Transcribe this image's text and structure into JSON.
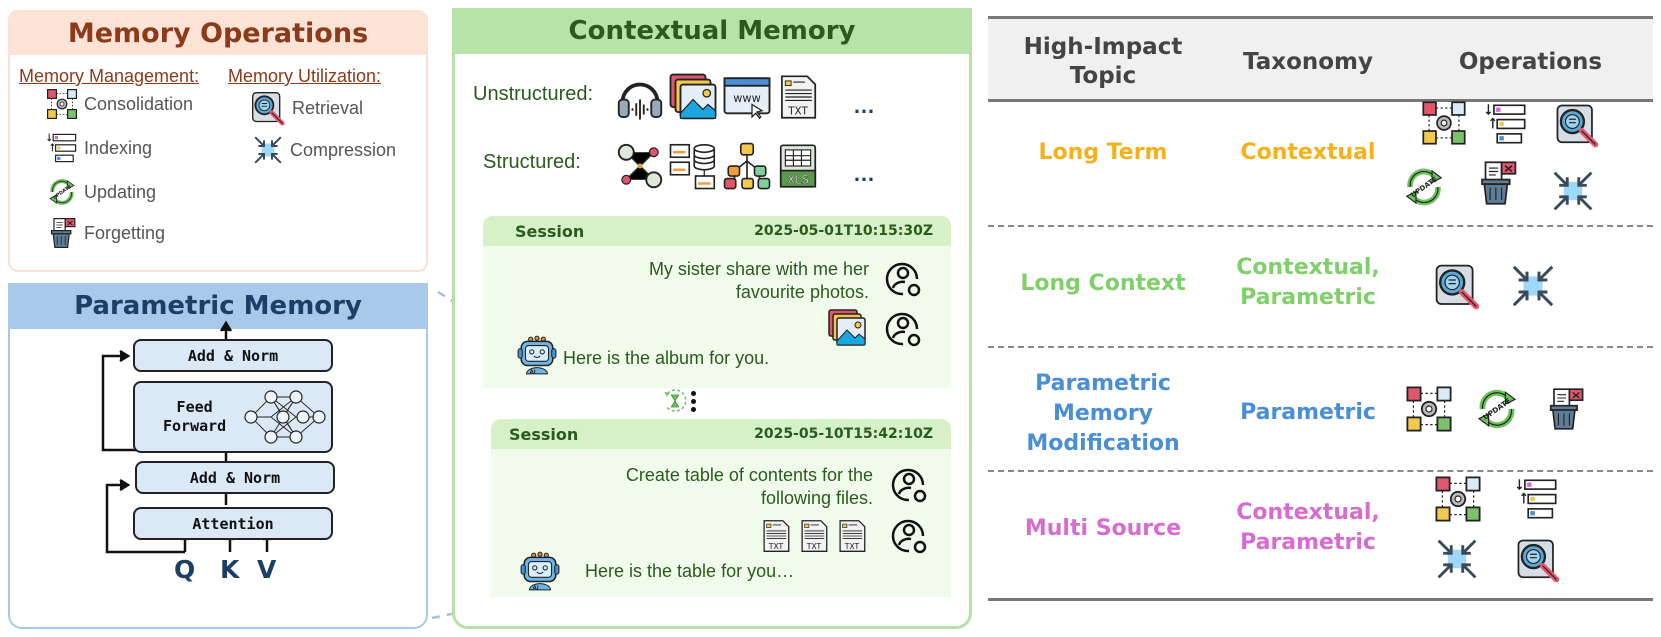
{
  "memory_operations": {
    "title": "Memory Operations",
    "management": {
      "heading": "Memory Management:",
      "items": [
        {
          "label": "Consolidation",
          "icon": "puzzle-gear-icon"
        },
        {
          "label": "Indexing",
          "icon": "index-list-icon"
        },
        {
          "label": "Updating",
          "icon": "update-cycle-icon"
        },
        {
          "label": "Forgetting",
          "icon": "trash-doc-icon"
        }
      ]
    },
    "utilization": {
      "heading": "Memory Utilization:",
      "items": [
        {
          "label": "Retrieval",
          "icon": "magnifier-doc-icon"
        },
        {
          "label": "Compression",
          "icon": "compress-arrows-icon"
        }
      ]
    },
    "colors": {
      "header_bg": "#fde3d6",
      "title": "#8b3a1a",
      "border": "#fbe0d3"
    }
  },
  "parametric_memory": {
    "title": "Parametric Memory",
    "blocks": {
      "add_norm_top": "Add & Norm",
      "feed_forward_line1": "Feed",
      "feed_forward_line2": "Forward",
      "add_norm_bottom": "Add & Norm",
      "attention": "Attention"
    },
    "inputs": [
      "Q",
      "K",
      "V"
    ],
    "colors": {
      "header_bg": "#a8c9ea",
      "title": "#1c3f66",
      "block_bg": "#dbe9f7"
    }
  },
  "contextual_memory": {
    "title": "Contextual Memory",
    "unstructured": {
      "label": "Unstructured:",
      "icons": [
        "headphones-audio-icon",
        "photo-stack-icon",
        "web-browser-icon",
        "txt-file-icon"
      ],
      "more": "…"
    },
    "structured": {
      "label": "Structured:",
      "icons": [
        "graph-network-icon",
        "database-servers-icon",
        "tree-hierarchy-icon",
        "xls-file-icon"
      ],
      "more": "…"
    },
    "sessions": [
      {
        "label": "Session",
        "timestamp": "2025-05-01T10:15:30Z",
        "user_message": [
          "My sister share with me her",
          "favourite photos."
        ],
        "user_attachment": "photo-stack-icon",
        "bot_message": "Here is the album for you."
      },
      {
        "label": "Session",
        "timestamp": "2025-05-10T15:42:10Z",
        "user_message": [
          "Create table of contents for the",
          "following files."
        ],
        "user_attachment": "txt-file-icon x3",
        "bot_message": "Here is the table for you…"
      }
    ],
    "colors": {
      "header_bg": "#b7e3a8",
      "title": "#2b5a1e",
      "session_head": "#d6f0c8",
      "session_body": "#f1fbec"
    }
  },
  "topic_table": {
    "headers": [
      "High-Impact\nTopic",
      "Taxonomy",
      "Operations"
    ],
    "header_lines": {
      "topic": [
        "High-Impact",
        "Topic"
      ],
      "taxonomy": "Taxonomy",
      "operations": "Operations"
    },
    "rows": [
      {
        "topic": [
          "Long Term"
        ],
        "taxonomy": [
          "Contextual"
        ],
        "operations": [
          "Consolidation",
          "Indexing",
          "Retrieval",
          "Updating",
          "Forgetting",
          "Compression"
        ],
        "color": "#f6b11a"
      },
      {
        "topic": [
          "Long Context"
        ],
        "taxonomy": [
          "Contextual,",
          "Parametric"
        ],
        "operations": [
          "Retrieval",
          "Compression"
        ],
        "color": "#7fcf6a"
      },
      {
        "topic": [
          "Parametric",
          "Memory",
          "Modification"
        ],
        "taxonomy": [
          "Parametric"
        ],
        "operations": [
          "Consolidation",
          "Updating",
          "Forgetting"
        ],
        "color": "#4a8fd6"
      },
      {
        "topic": [
          "Multi Source"
        ],
        "taxonomy": [
          "Contextual,",
          "Parametric"
        ],
        "operations": [
          "Consolidation",
          "Indexing",
          "Compression",
          "Retrieval"
        ],
        "color": "#d86bd0"
      }
    ]
  }
}
